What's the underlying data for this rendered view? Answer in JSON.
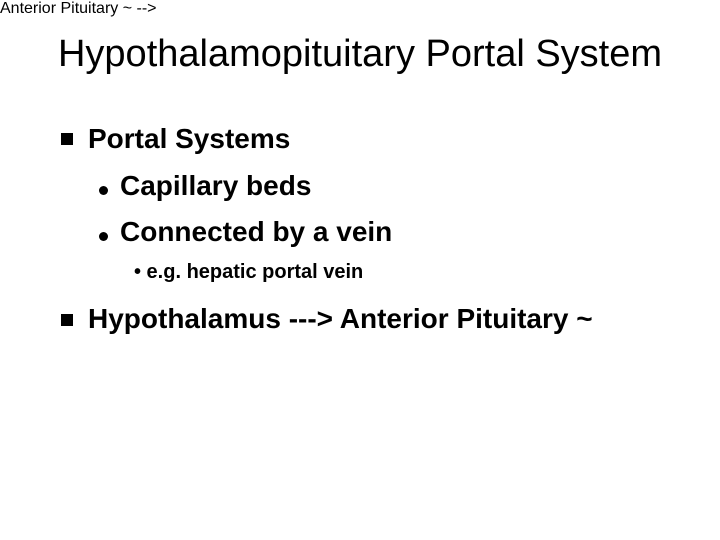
{
  "slide": {
    "title": "Hypothalamopituitary Portal System",
    "bullets": [
      {
        "text": "Portal Systems",
        "children": [
          {
            "text": "Capillary beds"
          },
          {
            "text": "Connected by a vein"
          }
        ],
        "sub_child": "• e.g. hepatic portal vein"
      },
      {
        "text": "Hypothalamus ---> Anterior Pituitary ~"
      }
    ]
  },
  "icons": {
    "level1": "square-bullet-icon",
    "level2": "round-bullet-icon"
  }
}
